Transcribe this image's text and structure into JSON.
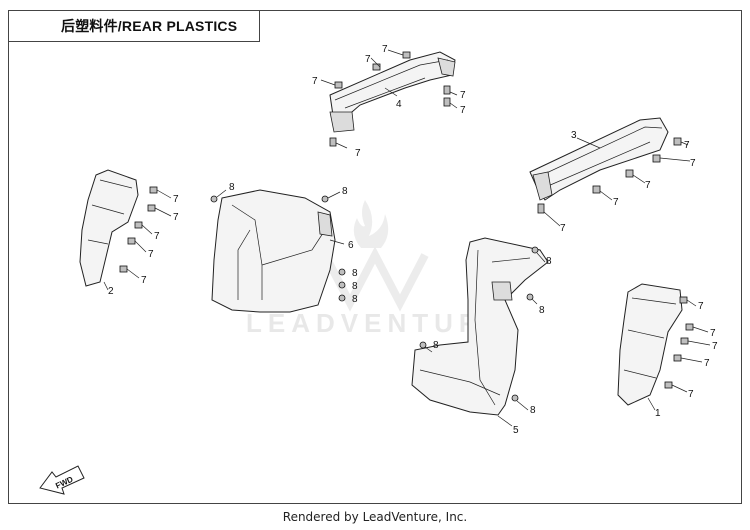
{
  "title": "后塑料件/REAR PLASTICS",
  "footer": "Rendered by LeadVenture, Inc.",
  "watermark": "LEADVENTURE",
  "fwd_label": "FWD",
  "callouts": {
    "part1": "1",
    "part2": "2",
    "part3": "3",
    "part4": "4",
    "part5": "5",
    "part6": "6",
    "fastener7": "7",
    "fastener8": "8"
  }
}
